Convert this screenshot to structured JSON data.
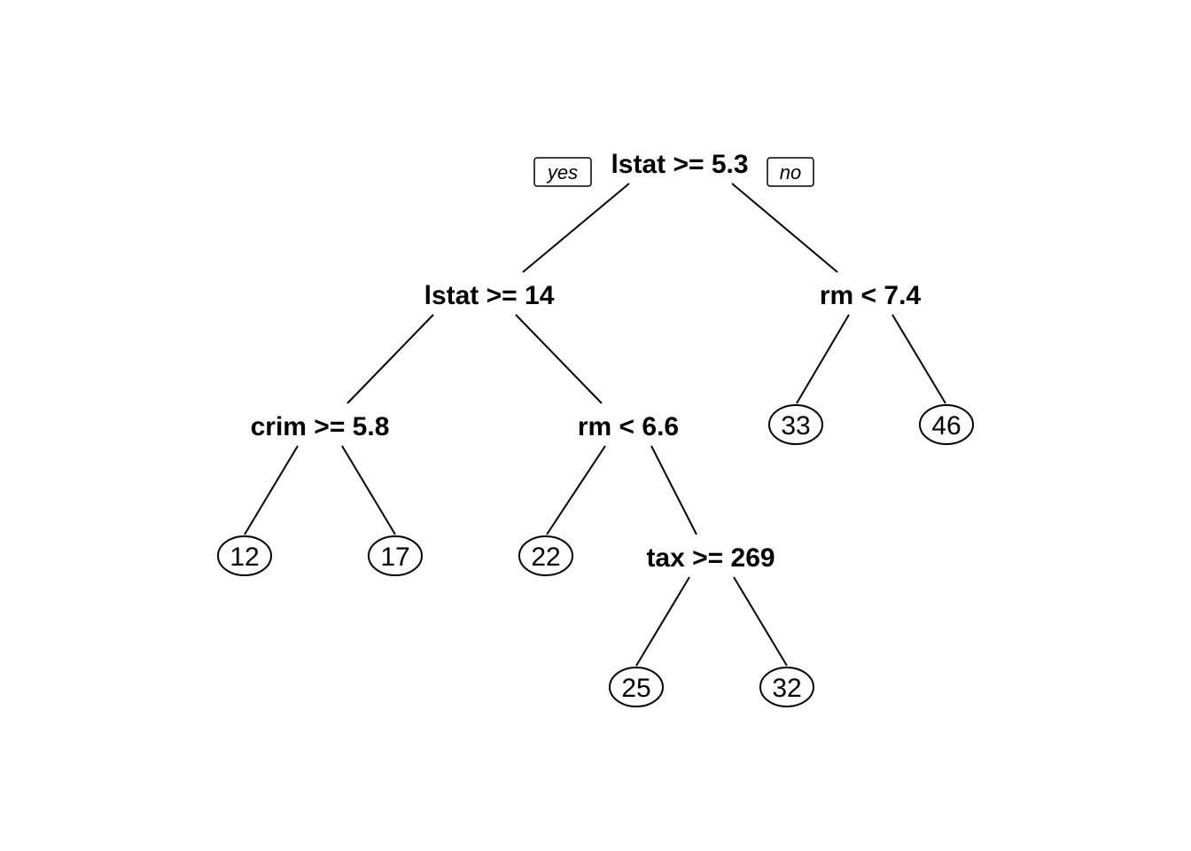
{
  "tree": {
    "root": {
      "label": "lstat >= 5.3",
      "yes_label": "yes",
      "no_label": "no"
    },
    "splits": {
      "n_lstat14": "lstat >= 14",
      "n_rm74": "rm < 7.4",
      "n_crim": "crim >= 5.8",
      "n_rm66": "rm < 6.6",
      "n_tax": "tax >= 269"
    },
    "leaves": {
      "leaf_12": "12",
      "leaf_17": "17",
      "leaf_22": "22",
      "leaf_25": "25",
      "leaf_32": "32",
      "leaf_33": "33",
      "leaf_46": "46"
    }
  }
}
